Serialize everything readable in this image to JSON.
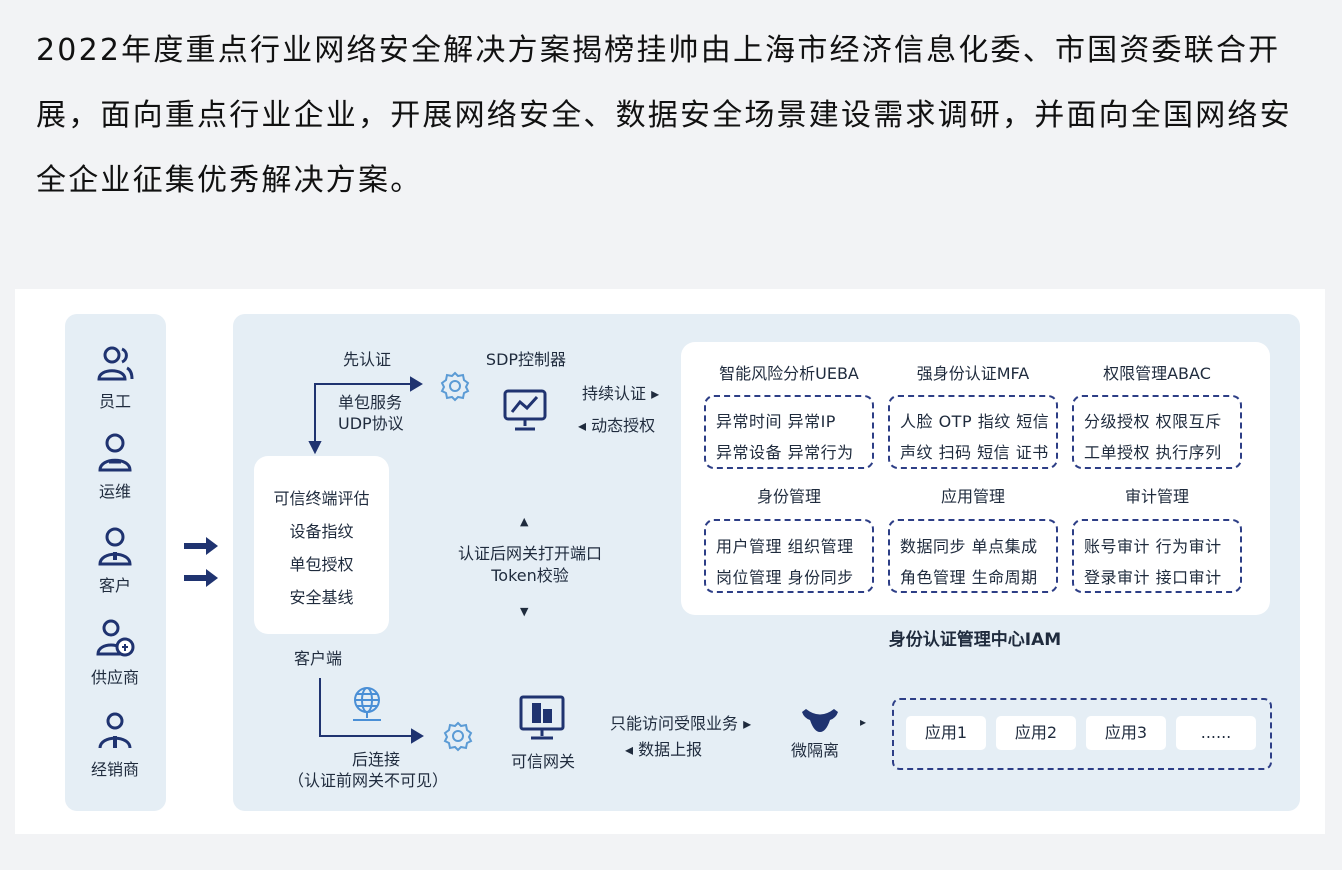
{
  "intro": "2022年度重点行业网络安全解决方案揭榜挂帅由上海市经济信息化委、市国资委联合开展，面向重点行业企业，开展网络安全、数据安全场景建设需求调研，并面向全国网络安全企业征集优秀解决方案。",
  "roles": [
    "员工",
    "运维",
    "客户",
    "供应商",
    "经销商"
  ],
  "flow": {
    "auth_first": "先认证",
    "sdp_controller": "SDP控制器",
    "single_packet": "单包服务",
    "udp": "UDP协议",
    "continuous_auth": "持续认证 ▸",
    "dynamic_grant": "◂ 动态授权",
    "gateway_open": "认证后网关打开端口",
    "token_check": "Token校验",
    "client_label": "客户端",
    "after_connect": "后连接",
    "gateway_hidden": "（认证前网关不可见）",
    "trusted_gateway": "可信网关",
    "limited_access": "只能访问受限业务 ▸",
    "data_report": "◂ 数据上报",
    "micro_isolation": "微隔离"
  },
  "client_items": [
    "可信终端评估",
    "设备指纹",
    "单包授权",
    "安全基线"
  ],
  "iam": {
    "title": "身份认证管理中心IAM",
    "modules": [
      {
        "title": "智能风险分析UEBA",
        "lines": [
          "异常时间 异常IP",
          "异常设备 异常行为"
        ]
      },
      {
        "title": "强身份认证MFA",
        "lines": [
          "人脸 OTP 指纹 短信",
          "声纹 扫码 短信 证书"
        ]
      },
      {
        "title": "权限管理ABAC",
        "lines": [
          "分级授权 权限互斥",
          "工单授权 执行序列"
        ]
      },
      {
        "title": "身份管理",
        "lines": [
          "用户管理 组织管理",
          "岗位管理 身份同步"
        ]
      },
      {
        "title": "应用管理",
        "lines": [
          "数据同步 单点集成",
          "角色管理 生命周期"
        ]
      },
      {
        "title": "审计管理",
        "lines": [
          "账号审计 行为审计",
          "登录审计 接口审计"
        ]
      }
    ]
  },
  "apps": [
    "应用1",
    "应用2",
    "应用3",
    "......"
  ],
  "colors": {
    "navy": "#1f3370",
    "accent": "#2d3e86",
    "gear": "#5b9bd5",
    "panel": "#e5eef5"
  }
}
